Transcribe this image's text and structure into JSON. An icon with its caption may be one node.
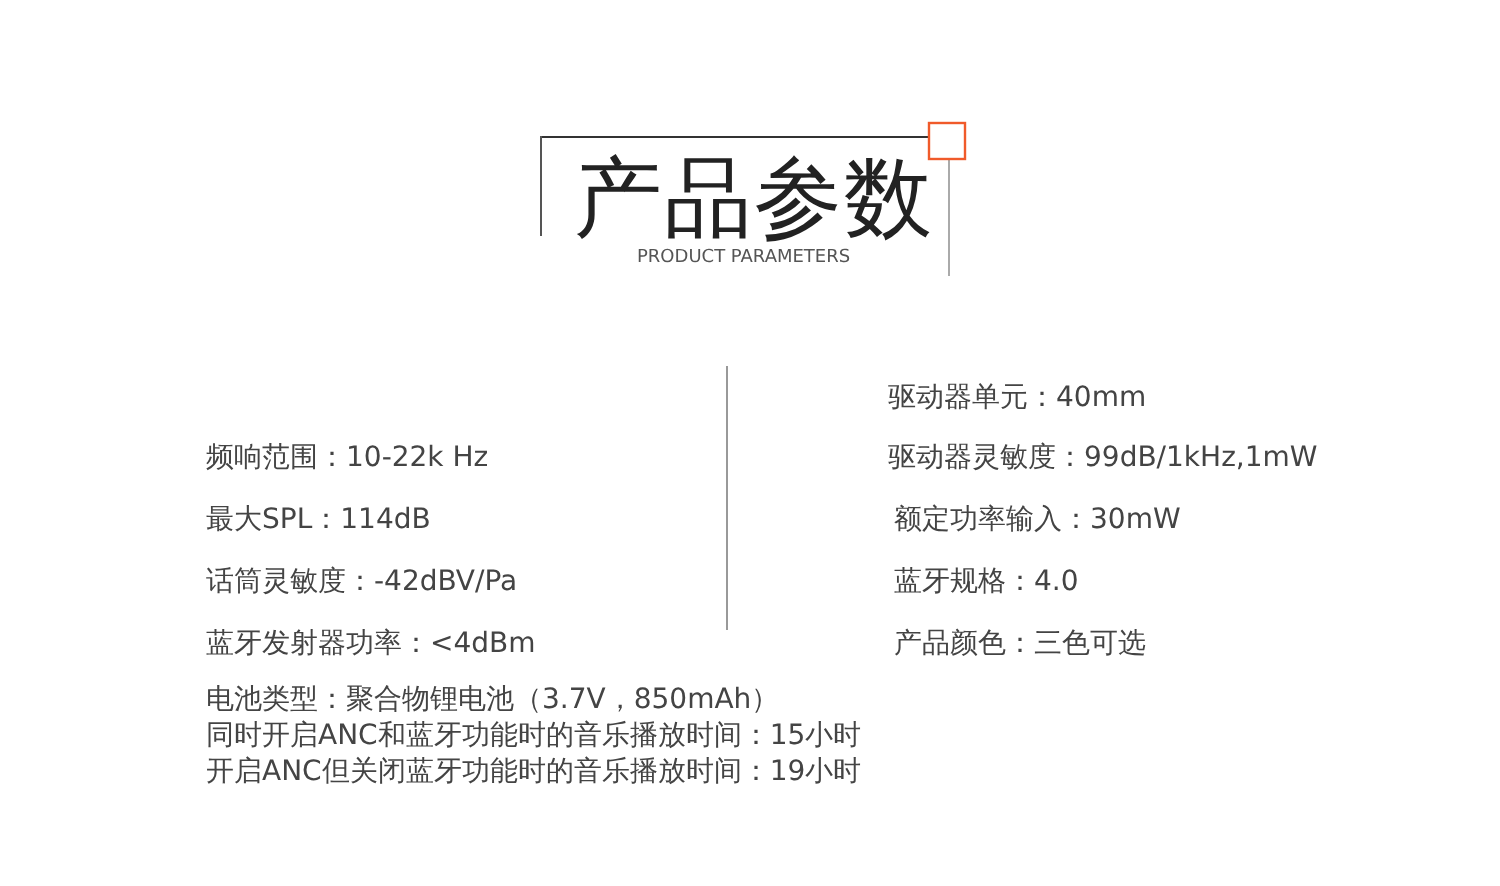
{
  "diagram": {
    "title": "产品参数",
    "labels": [
      "PRODUCT PARAMETERS",
      "驱动器单元：40mm",
      "频响范围：10-22k Hz",
      "驱动器灵敏度：99dB/1kHz,1mW",
      "最大SPL：114dB",
      "额定功率输入：30mW",
      "话筒灵敏度：-42dBV/Pa",
      "蓝牙规格：4.0",
      "蓝牙发射器功率：<4dBm",
      "产品颜色：三色可选",
      "电池类型：聚合物锂电池（3.7V，850mAh）",
      "同时开启ANC和蓝牙功能时的音乐播放时间：15小时",
      "开启ANC但关闭蓝牙功能时的音乐播放时间：19小时"
    ]
  }
}
